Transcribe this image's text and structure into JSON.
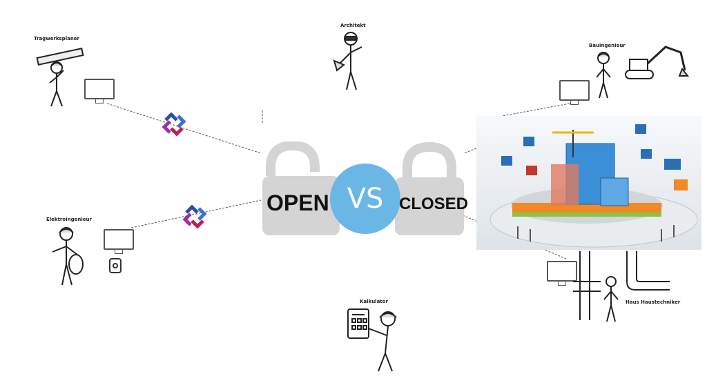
{
  "labels": {
    "tragwerksplaner": "Tragwerksplaner",
    "architekt": "Architekt",
    "bauingenieur": "Bauingenieur",
    "elektroingenieur": "Elektroingenieur",
    "kalkulator": "Kalkulator",
    "haustechniker": "Haus Haustechniker"
  },
  "center": {
    "open": "OPEN",
    "vs": "VS",
    "closed": "CLOSED"
  },
  "colors": {
    "vs_circle": "#6ab7e6",
    "lock_gray": "#d4d4d4"
  },
  "icons": [
    "ifc-logo-icon",
    "monitor-icon",
    "worker-icon",
    "excavator-icon",
    "lock-icon",
    "building-model-icon"
  ]
}
